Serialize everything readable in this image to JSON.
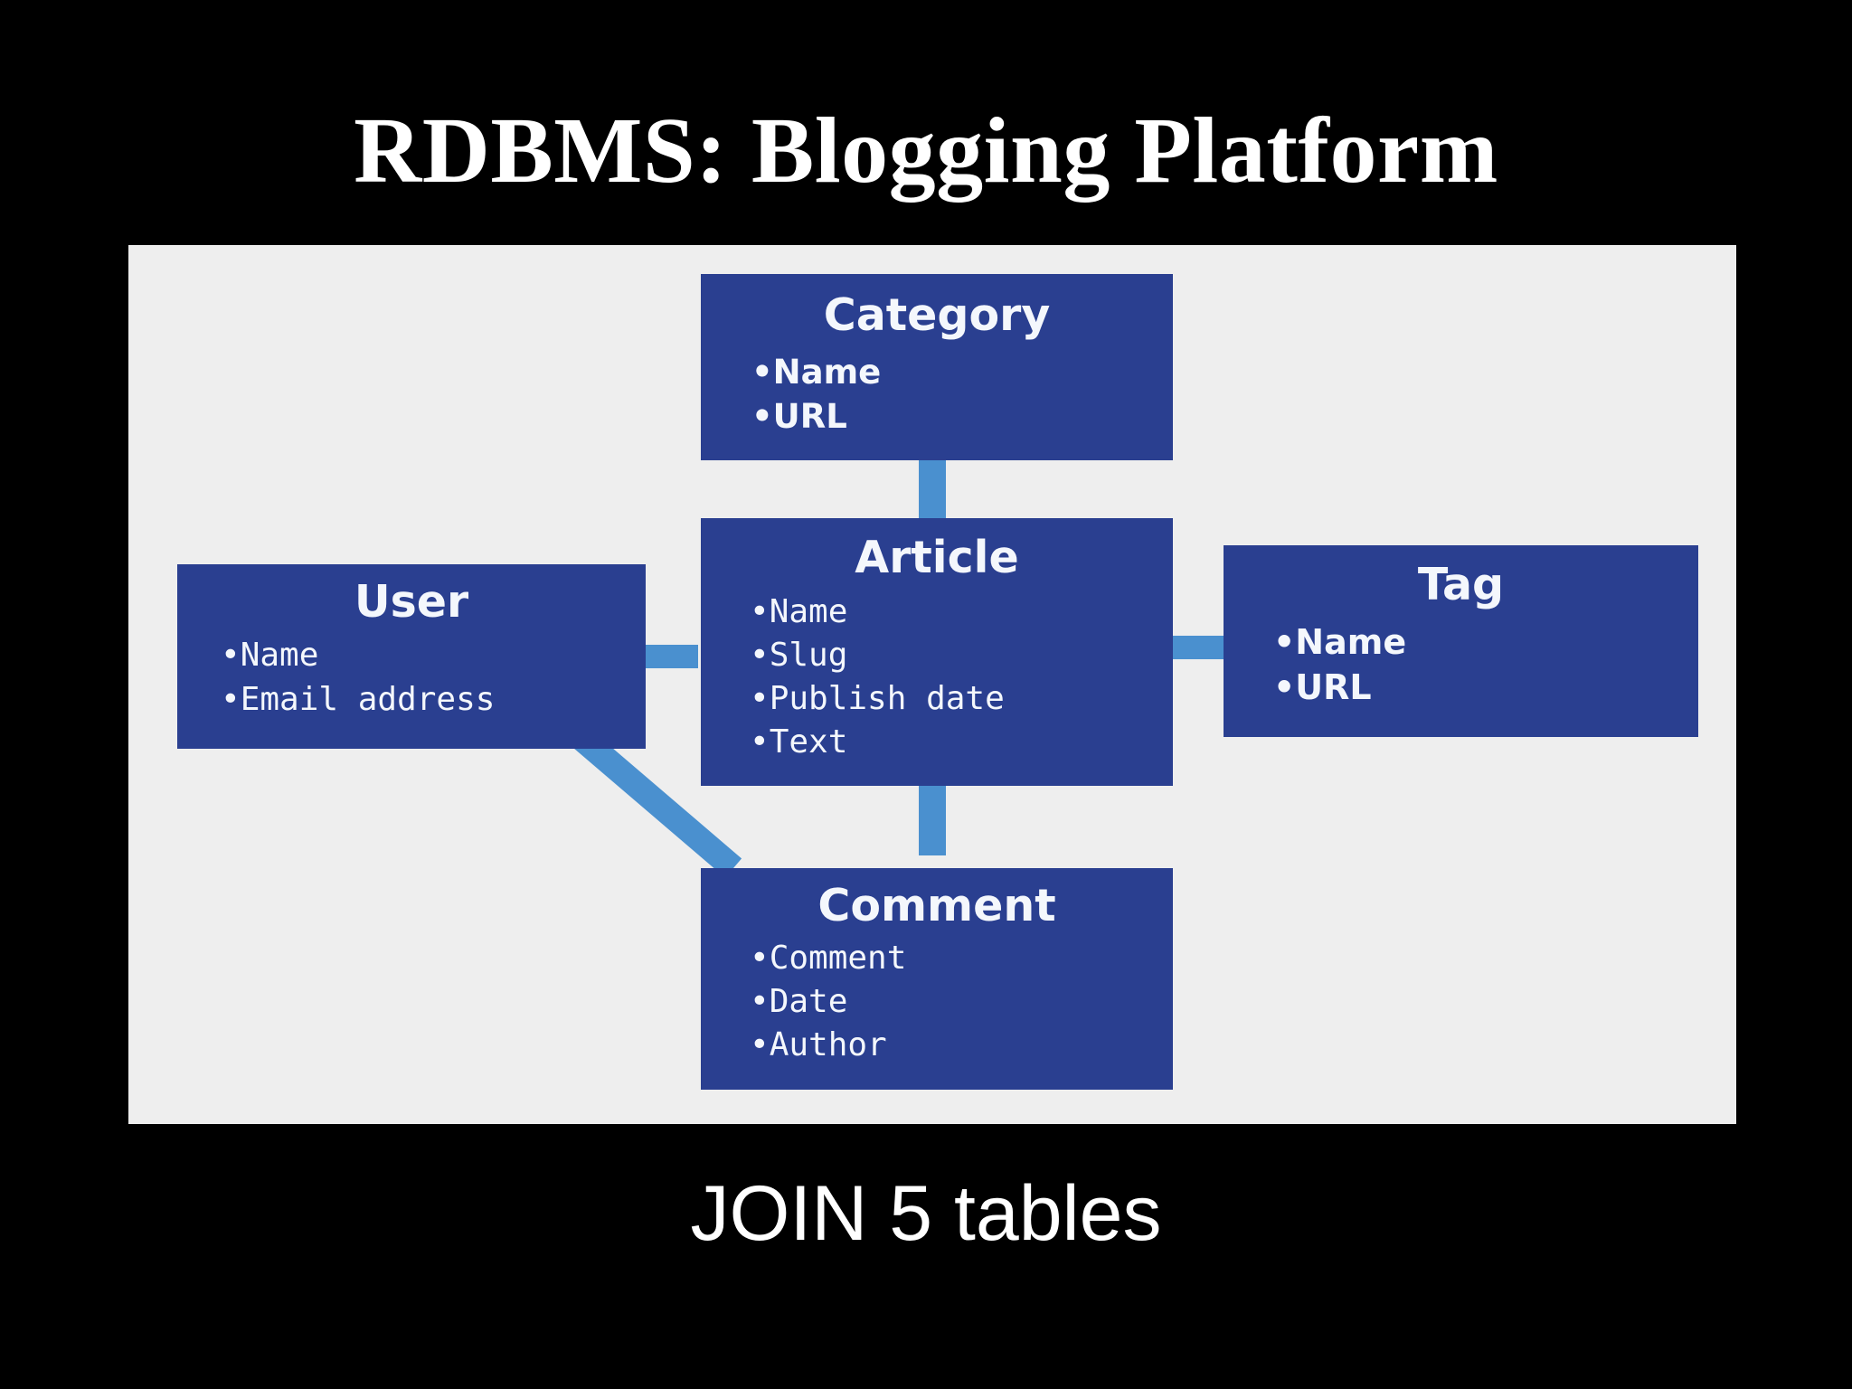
{
  "slide": {
    "title": "RDBMS: Blogging Platform",
    "caption": "JOIN 5 tables",
    "background_color": "#000000",
    "panel_color": "#eeeeee",
    "entity_color": "#2a3f90",
    "connector_color": "#4a90cf",
    "text_color": "#ffffff"
  },
  "diagram": {
    "type": "entity-relationship",
    "bullet": "•",
    "entities": [
      {
        "id": "category",
        "name": "Category",
        "fields": [
          "Name",
          "URL"
        ]
      },
      {
        "id": "article",
        "name": "Article",
        "fields": [
          "Name",
          "Slug",
          "Publish date",
          "Text"
        ]
      },
      {
        "id": "user",
        "name": "User",
        "fields": [
          "Name",
          "Email address"
        ]
      },
      {
        "id": "tag",
        "name": "Tag",
        "fields": [
          "Name",
          "URL"
        ]
      },
      {
        "id": "comment",
        "name": "Comment",
        "fields": [
          "Comment",
          "Date",
          "Author"
        ]
      }
    ],
    "relationships": [
      {
        "from": "category",
        "to": "article"
      },
      {
        "from": "user",
        "to": "article"
      },
      {
        "from": "article",
        "to": "tag"
      },
      {
        "from": "article",
        "to": "comment"
      },
      {
        "from": "user",
        "to": "comment"
      }
    ]
  }
}
